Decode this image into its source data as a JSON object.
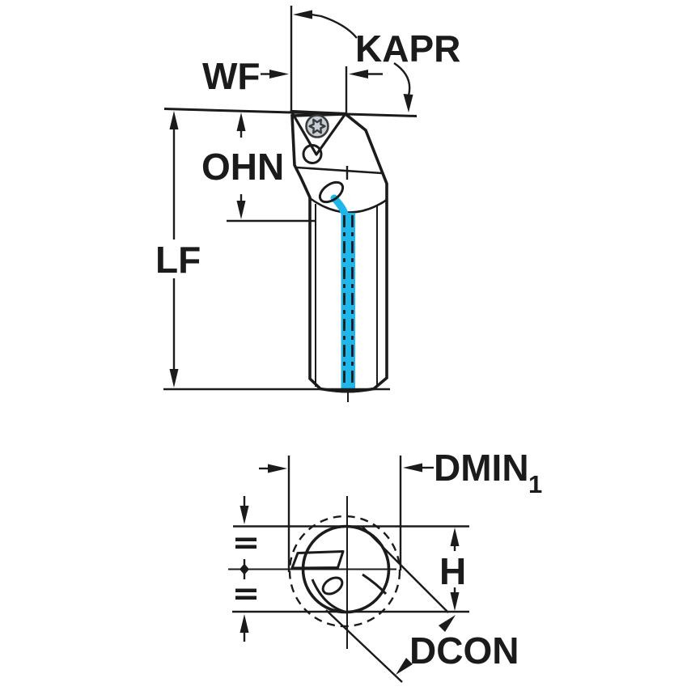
{
  "diagram": {
    "description": "Technical drawing of a boring bar tool holder, side view with insert (top) and shank end view (bottom)",
    "labels": {
      "wf": "WF",
      "kapr": "KAPR",
      "ohn": "OHN",
      "lf": "LF",
      "dmin": "DMIN",
      "dmin_subscript": "1",
      "h": "H",
      "dcon": "DCON"
    },
    "colors": {
      "body": "#b5c3cf",
      "body_light": "#c6cfd8",
      "insert": "#ffce00",
      "coolant": "#1fb6e9",
      "line": "#1b1b1b",
      "background": "#ffffff"
    }
  }
}
